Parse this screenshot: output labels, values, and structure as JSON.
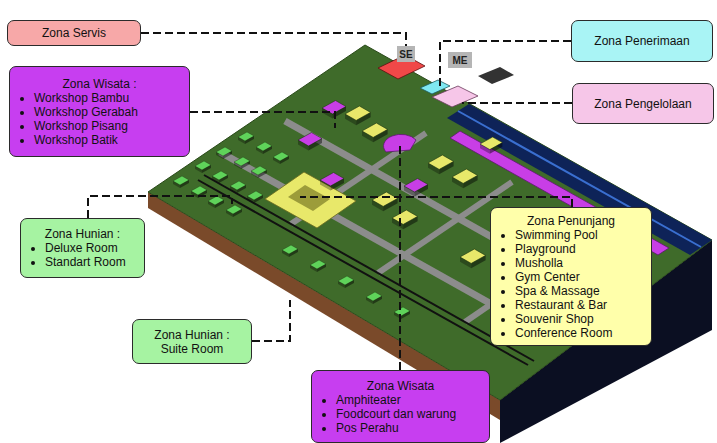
{
  "diagram": {
    "nodes": [
      {
        "text": [
          "Zona Servis"
        ]
      },
      {
        "text": [
          "SE"
        ]
      },
      {
        "text": [
          "ME"
        ]
      },
      {
        "text": [
          "Zona Penerimaan"
        ]
      },
      {
        "text": [
          "Zona Wisata :",
          "Workshop Bambu",
          "Workshop Gerabah",
          "Workshop Pisang",
          "Workshop Batik"
        ]
      },
      {
        "text": [
          "Zona Pengelolaan"
        ]
      },
      {
        "text": [
          "Zona Hunian :",
          "Deluxe Room",
          "Standart Room"
        ]
      },
      {
        "text": [
          "Zona Penunjang",
          "Swimming Pool",
          "Playground",
          "Musholla",
          "Gym Center",
          "Spa & Massage",
          "Restaurant & Bar",
          "Souvenir Shop",
          "Conference Room"
        ]
      },
      {
        "text": [
          "Zona Hunian :",
          "Suite Room"
        ]
      },
      {
        "text": [
          "Zona Wisata",
          "Amphiteater",
          "Foodcourt dan warung",
          "Pos Perahu"
        ]
      }
    ],
    "edges": [
      {
        "from": 0,
        "to": 1,
        "arrow": "none"
      }
    ]
  }
}
